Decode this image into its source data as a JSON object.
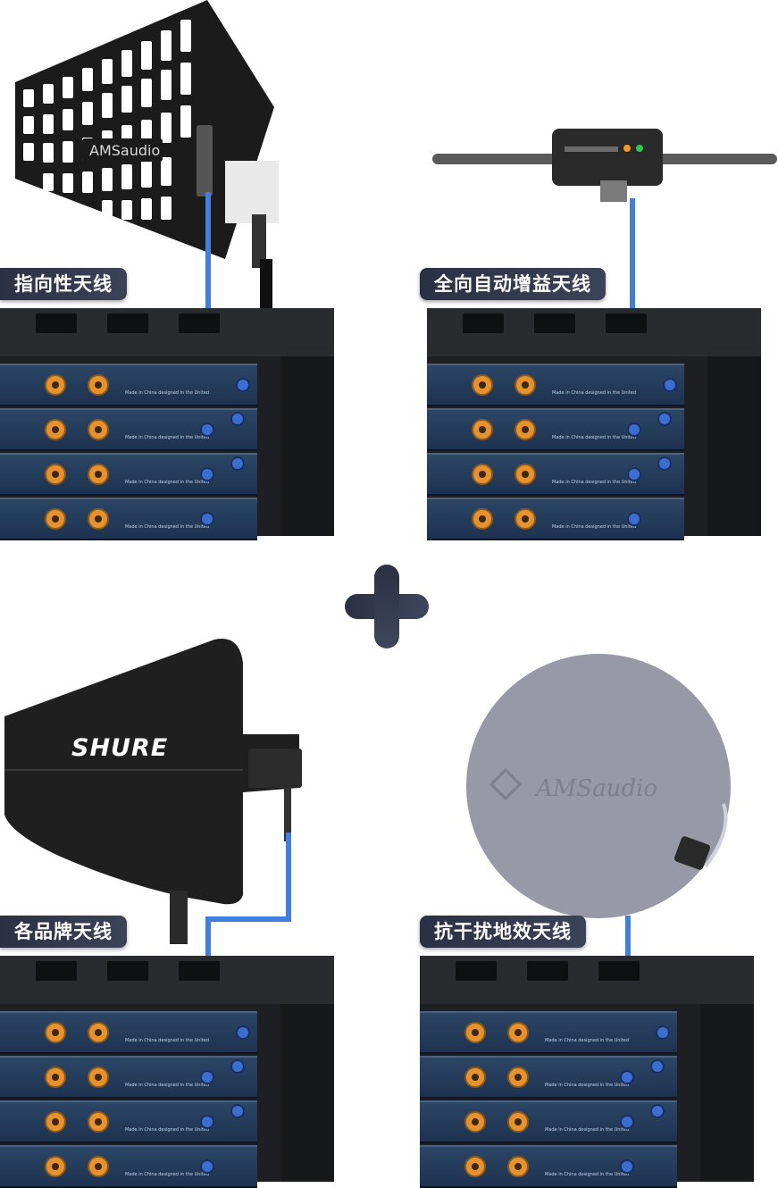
{
  "quadrants": [
    {
      "label": "指向性天线",
      "antenna_icon": "yagi-grid-antenna-icon",
      "antenna_brand": "AMSaudio"
    },
    {
      "label": "全向自动增益天线",
      "antenna_icon": "omni-dipole-antenna-icon",
      "antenna_brand": ""
    },
    {
      "label": "各品牌天线",
      "antenna_icon": "paddle-antenna-icon",
      "antenna_brand": "SHURE"
    },
    {
      "label": "抗干扰地效天线",
      "antenna_icon": "ground-plane-antenna-icon",
      "antenna_brand": "AMSaudio"
    }
  ],
  "receiver_text": {
    "made_in": "Made in China   designed in the United"
  },
  "colors": {
    "label_bg": "#2b3144",
    "cable": "#3f7fe0",
    "xlr": "#e7922c",
    "plus": "#323a4f"
  },
  "center_icon": "plus-icon"
}
